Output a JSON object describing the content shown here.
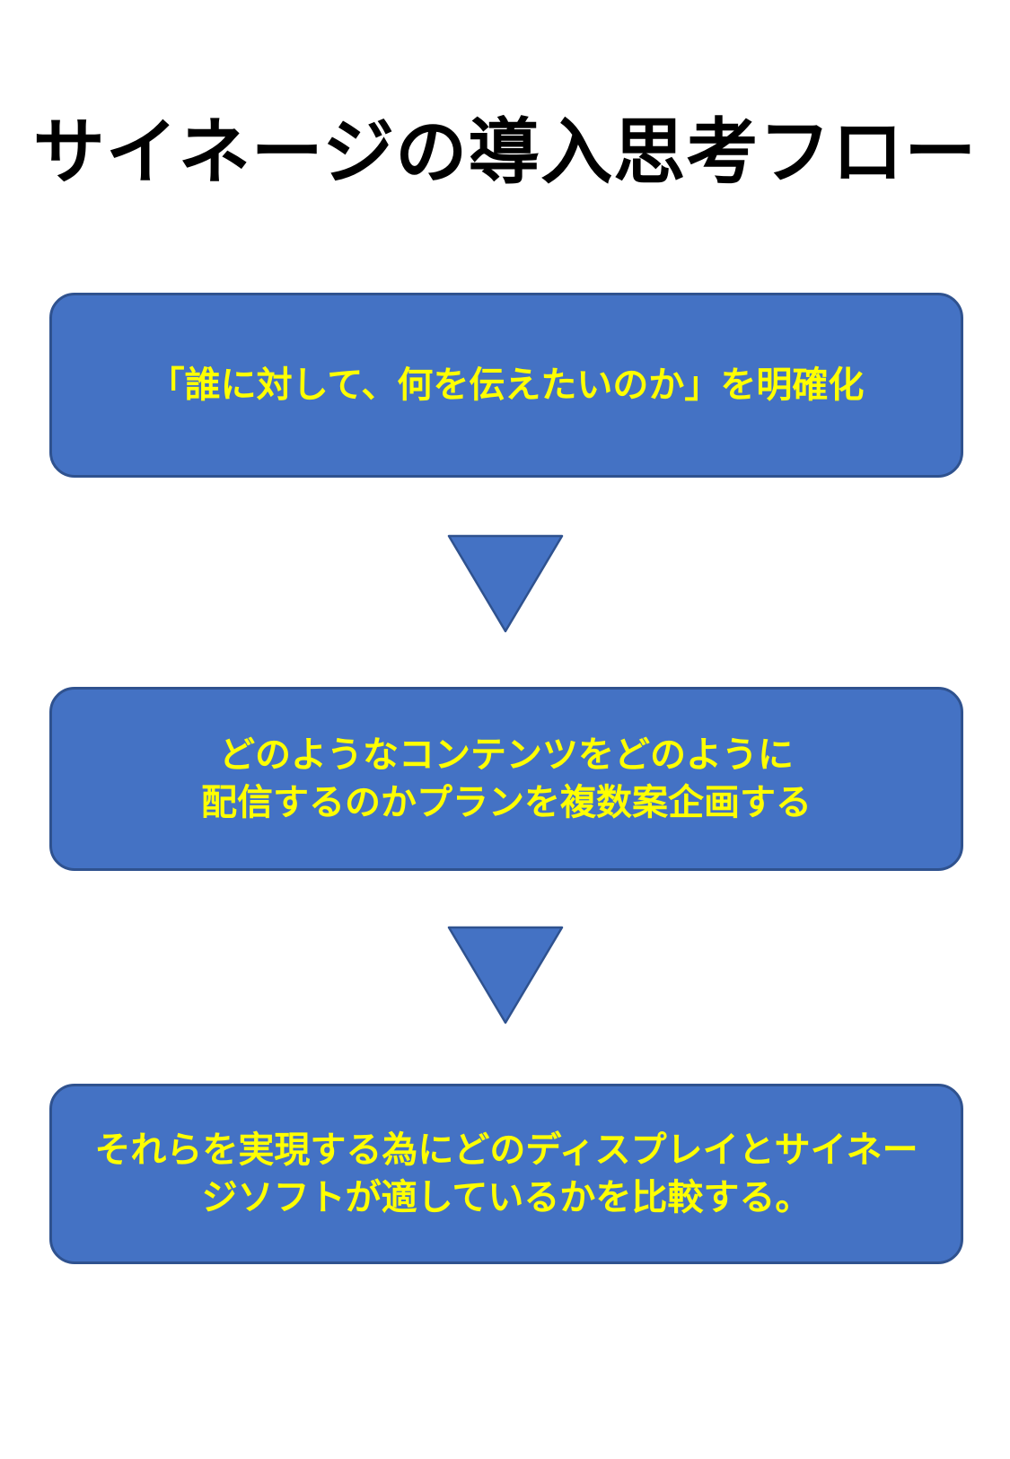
{
  "title": "サイネージの導入思考フロー",
  "colors": {
    "box_fill": "#4472C4",
    "box_border": "#2F528F",
    "box_text": "#FFFF00",
    "title_text": "#000000",
    "background": "#FFFFFF"
  },
  "steps": [
    {
      "lines": [
        "「誰に対して、何を伝えたいのか」を明確化"
      ]
    },
    {
      "lines": [
        "どのようなコンテンツをどのように",
        "配信するのかプランを複数案企画する"
      ]
    },
    {
      "lines": [
        "それらを実現する為にどのディスプレイとサイネー",
        "ジソフトが適しているかを比較する。"
      ]
    }
  ],
  "arrow_icon": "down-triangle-icon"
}
